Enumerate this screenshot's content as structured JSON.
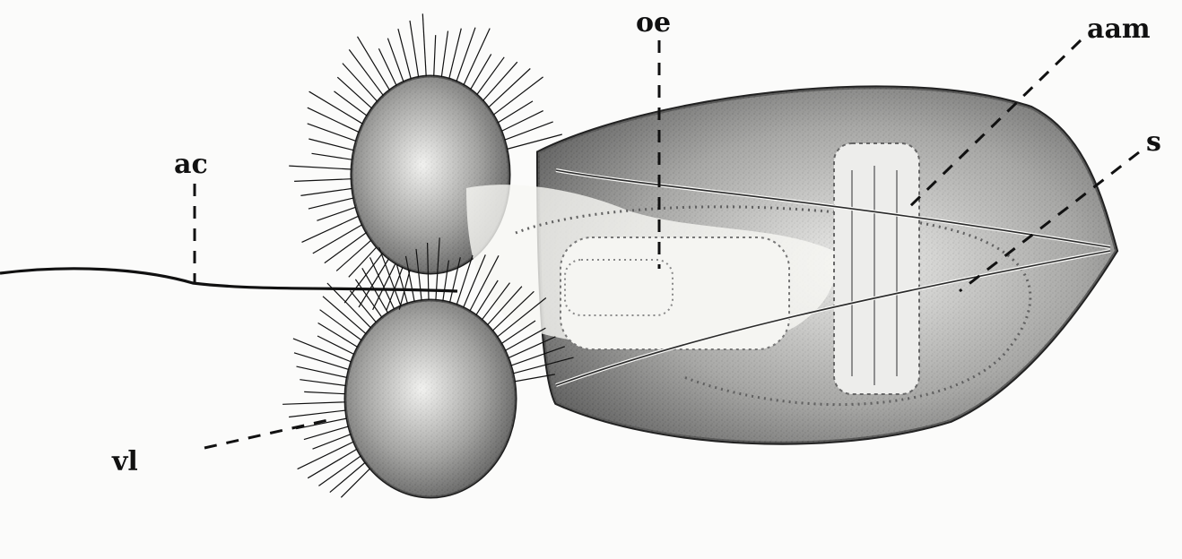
{
  "figure": {
    "labels": [
      {
        "id": "ac",
        "text": "ac"
      },
      {
        "id": "oe",
        "text": "oe"
      },
      {
        "id": "aam",
        "text": "aam"
      },
      {
        "id": "s",
        "text": "s"
      },
      {
        "id": "vl",
        "text": "vl"
      }
    ]
  },
  "colors": {
    "ink": "#111111",
    "paper": "#fbfbfa"
  }
}
